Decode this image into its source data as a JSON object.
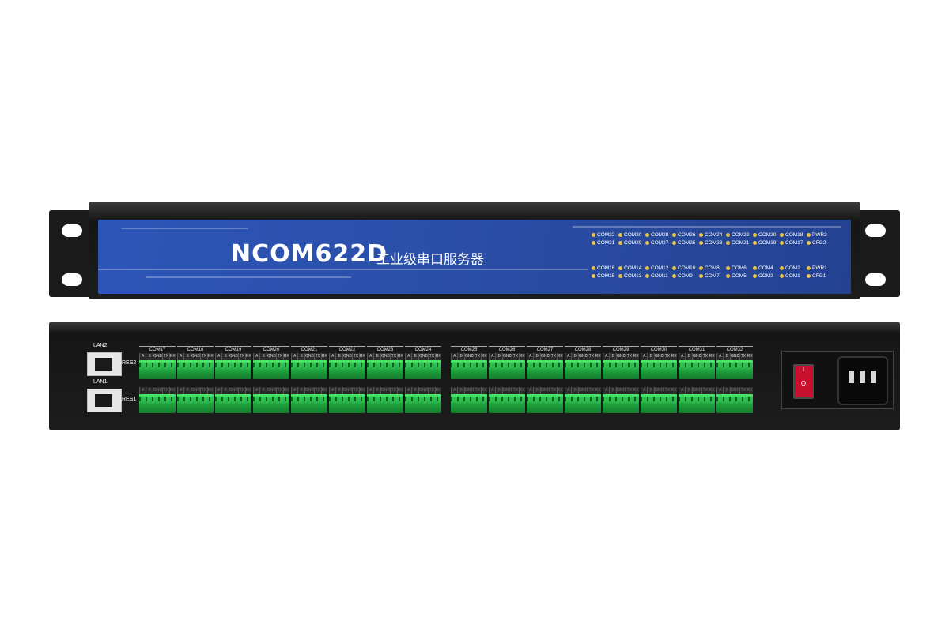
{
  "front": {
    "model": "NCOM622D",
    "subtitle": "工业级串口服务器",
    "led_rows": [
      [
        "COM32",
        "COM30",
        "COM28",
        "COM26",
        "COM24",
        "COM22",
        "COM20",
        "COM18",
        "PWR2"
      ],
      [
        "COM31",
        "COM29",
        "COM27",
        "COM25",
        "COM23",
        "COM21",
        "COM19",
        "COM17",
        "CFG2"
      ],
      [
        "COM16",
        "COM14",
        "COM12",
        "COM10",
        "COM8",
        "COM6",
        "COM4",
        "COM2",
        "PWR1"
      ],
      [
        "COM15",
        "COM13",
        "COM11",
        "COM9",
        "COM7",
        "COM5",
        "COM3",
        "COM1",
        "CFG1"
      ]
    ],
    "led_color": "#e8c24a",
    "panel_color": "#2a4fa8"
  },
  "rear": {
    "lan2": "LAN2",
    "lan1": "LAN1",
    "res2": "RES2",
    "res1": "RES1",
    "com_groups": [
      "COM17",
      "COM18",
      "COM19",
      "COM20",
      "COM21",
      "COM22",
      "COM23",
      "COM24",
      "COM25",
      "COM26",
      "COM27",
      "COM28",
      "COM29",
      "COM30",
      "COM31",
      "COM32"
    ],
    "pin_labels": [
      "A",
      "B",
      "GND",
      "TX",
      "RX"
    ],
    "terminal_color": "#2ec04f"
  },
  "power": {
    "switch_on": "I",
    "switch_off": "O",
    "switch_color": "#c8102e"
  }
}
